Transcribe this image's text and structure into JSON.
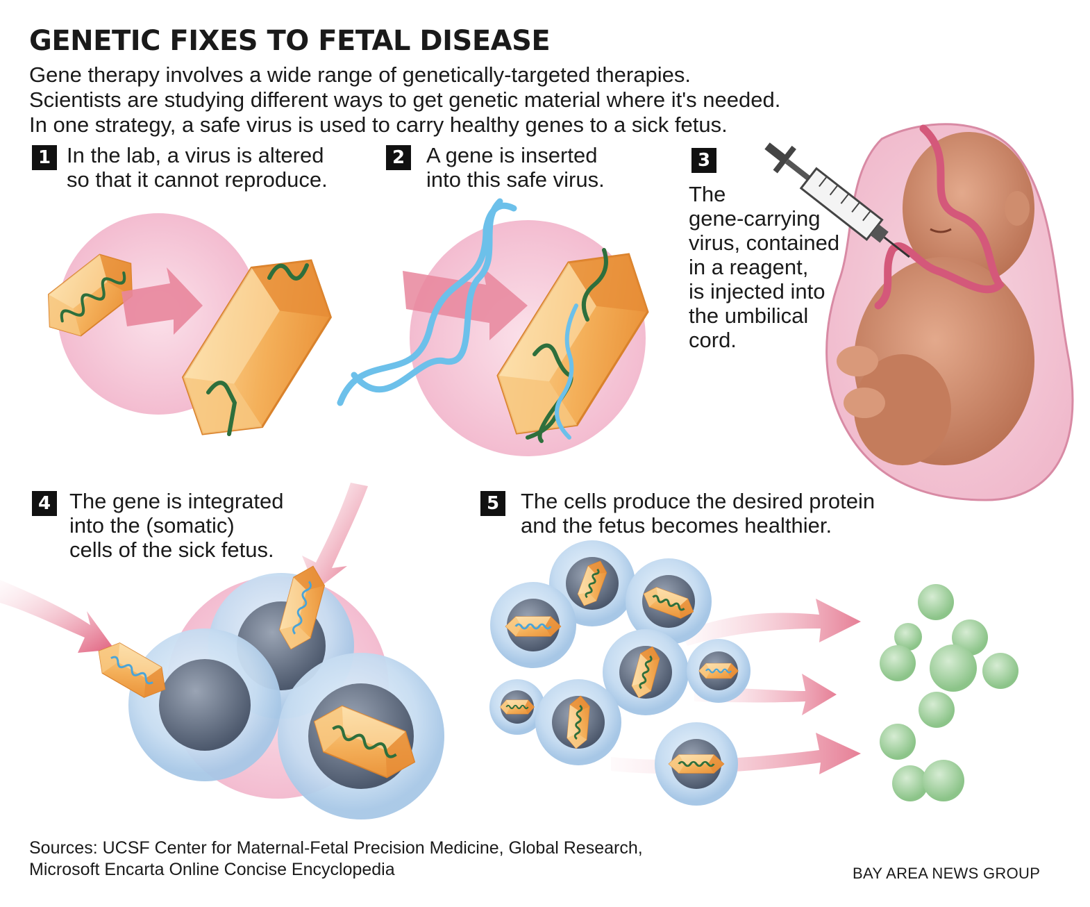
{
  "title": "GENETIC FIXES TO FETAL DISEASE",
  "intro": [
    "Gene therapy involves a wide range of genetically-targeted therapies.",
    "Scientists are studying different ways to get genetic material where it's needed.",
    "In one strategy, a safe virus is used to carry healthy genes to a sick fetus."
  ],
  "steps": [
    {
      "number": "1",
      "lines": [
        "In the lab, a virus is altered",
        "so that it cannot reproduce."
      ]
    },
    {
      "number": "2",
      "lines": [
        "A gene is inserted",
        "into this safe virus."
      ]
    },
    {
      "number": "3",
      "lines": [
        "The",
        "gene-carrying",
        "virus, contained",
        "in a reagent,",
        "is injected into",
        "the umbilical",
        "cord."
      ]
    },
    {
      "number": "4",
      "lines": [
        "The gene is integrated",
        "into the (somatic)",
        "cells of the sick fetus."
      ]
    },
    {
      "number": "5",
      "lines": [
        "The cells  produce the desired protein",
        "and the fetus becomes healthier."
      ]
    }
  ],
  "sources": [
    "Sources: UCSF Center for Maternal-Fetal Precision Medicine, Global Research,",
    "Microsoft Encarta Online Concise Encyclopedia"
  ],
  "credit": "BAY AREA NEWS GROUP",
  "colors": {
    "pink_circle": "#f6c8d8",
    "virus_orange": "#f0a448",
    "virus_light": "#fbd79a",
    "gene_green": "#2e6f3c",
    "dna_blue": "#6cc0ea",
    "cell_blue": "#cfe3f4",
    "nucleus_gray": "#5e6b80",
    "arrow_pink": "#e8889c",
    "fetus_skin": "#c98262",
    "protein_green": "#9fcf9c",
    "badge_black": "#111111"
  },
  "icons": [
    "virus-capsule",
    "dna-strand",
    "syringe",
    "fetus-in-womb",
    "cell",
    "protein-sphere",
    "arrow"
  ]
}
